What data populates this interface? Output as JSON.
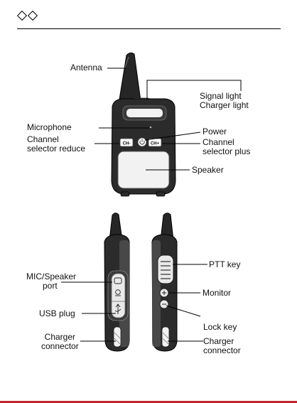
{
  "labels": {
    "antenna": "Antenna",
    "signal_light": "Signal light",
    "charger_light": "Charger light",
    "microphone": "Microphone",
    "power": "Power",
    "channel_reduce_1": "Channel",
    "channel_reduce_2": "selector reduce",
    "channel_plus_1": "Channel",
    "channel_plus_2": "selector plus",
    "speaker": "Speaker",
    "mic_speaker_port_1": "MIC/Speaker",
    "mic_speaker_port_2": "port",
    "usb_plug": "USB plug",
    "charger_left_1": "Charger",
    "charger_left_2": "connector",
    "ptt_key": "PTT key",
    "monitor": "Monitor",
    "lock_key": "Lock key",
    "charger_right_1": "Charger",
    "charger_right_2": "connector"
  },
  "buttons": {
    "ch_minus": "CH-",
    "ch_plus": "CH+"
  }
}
